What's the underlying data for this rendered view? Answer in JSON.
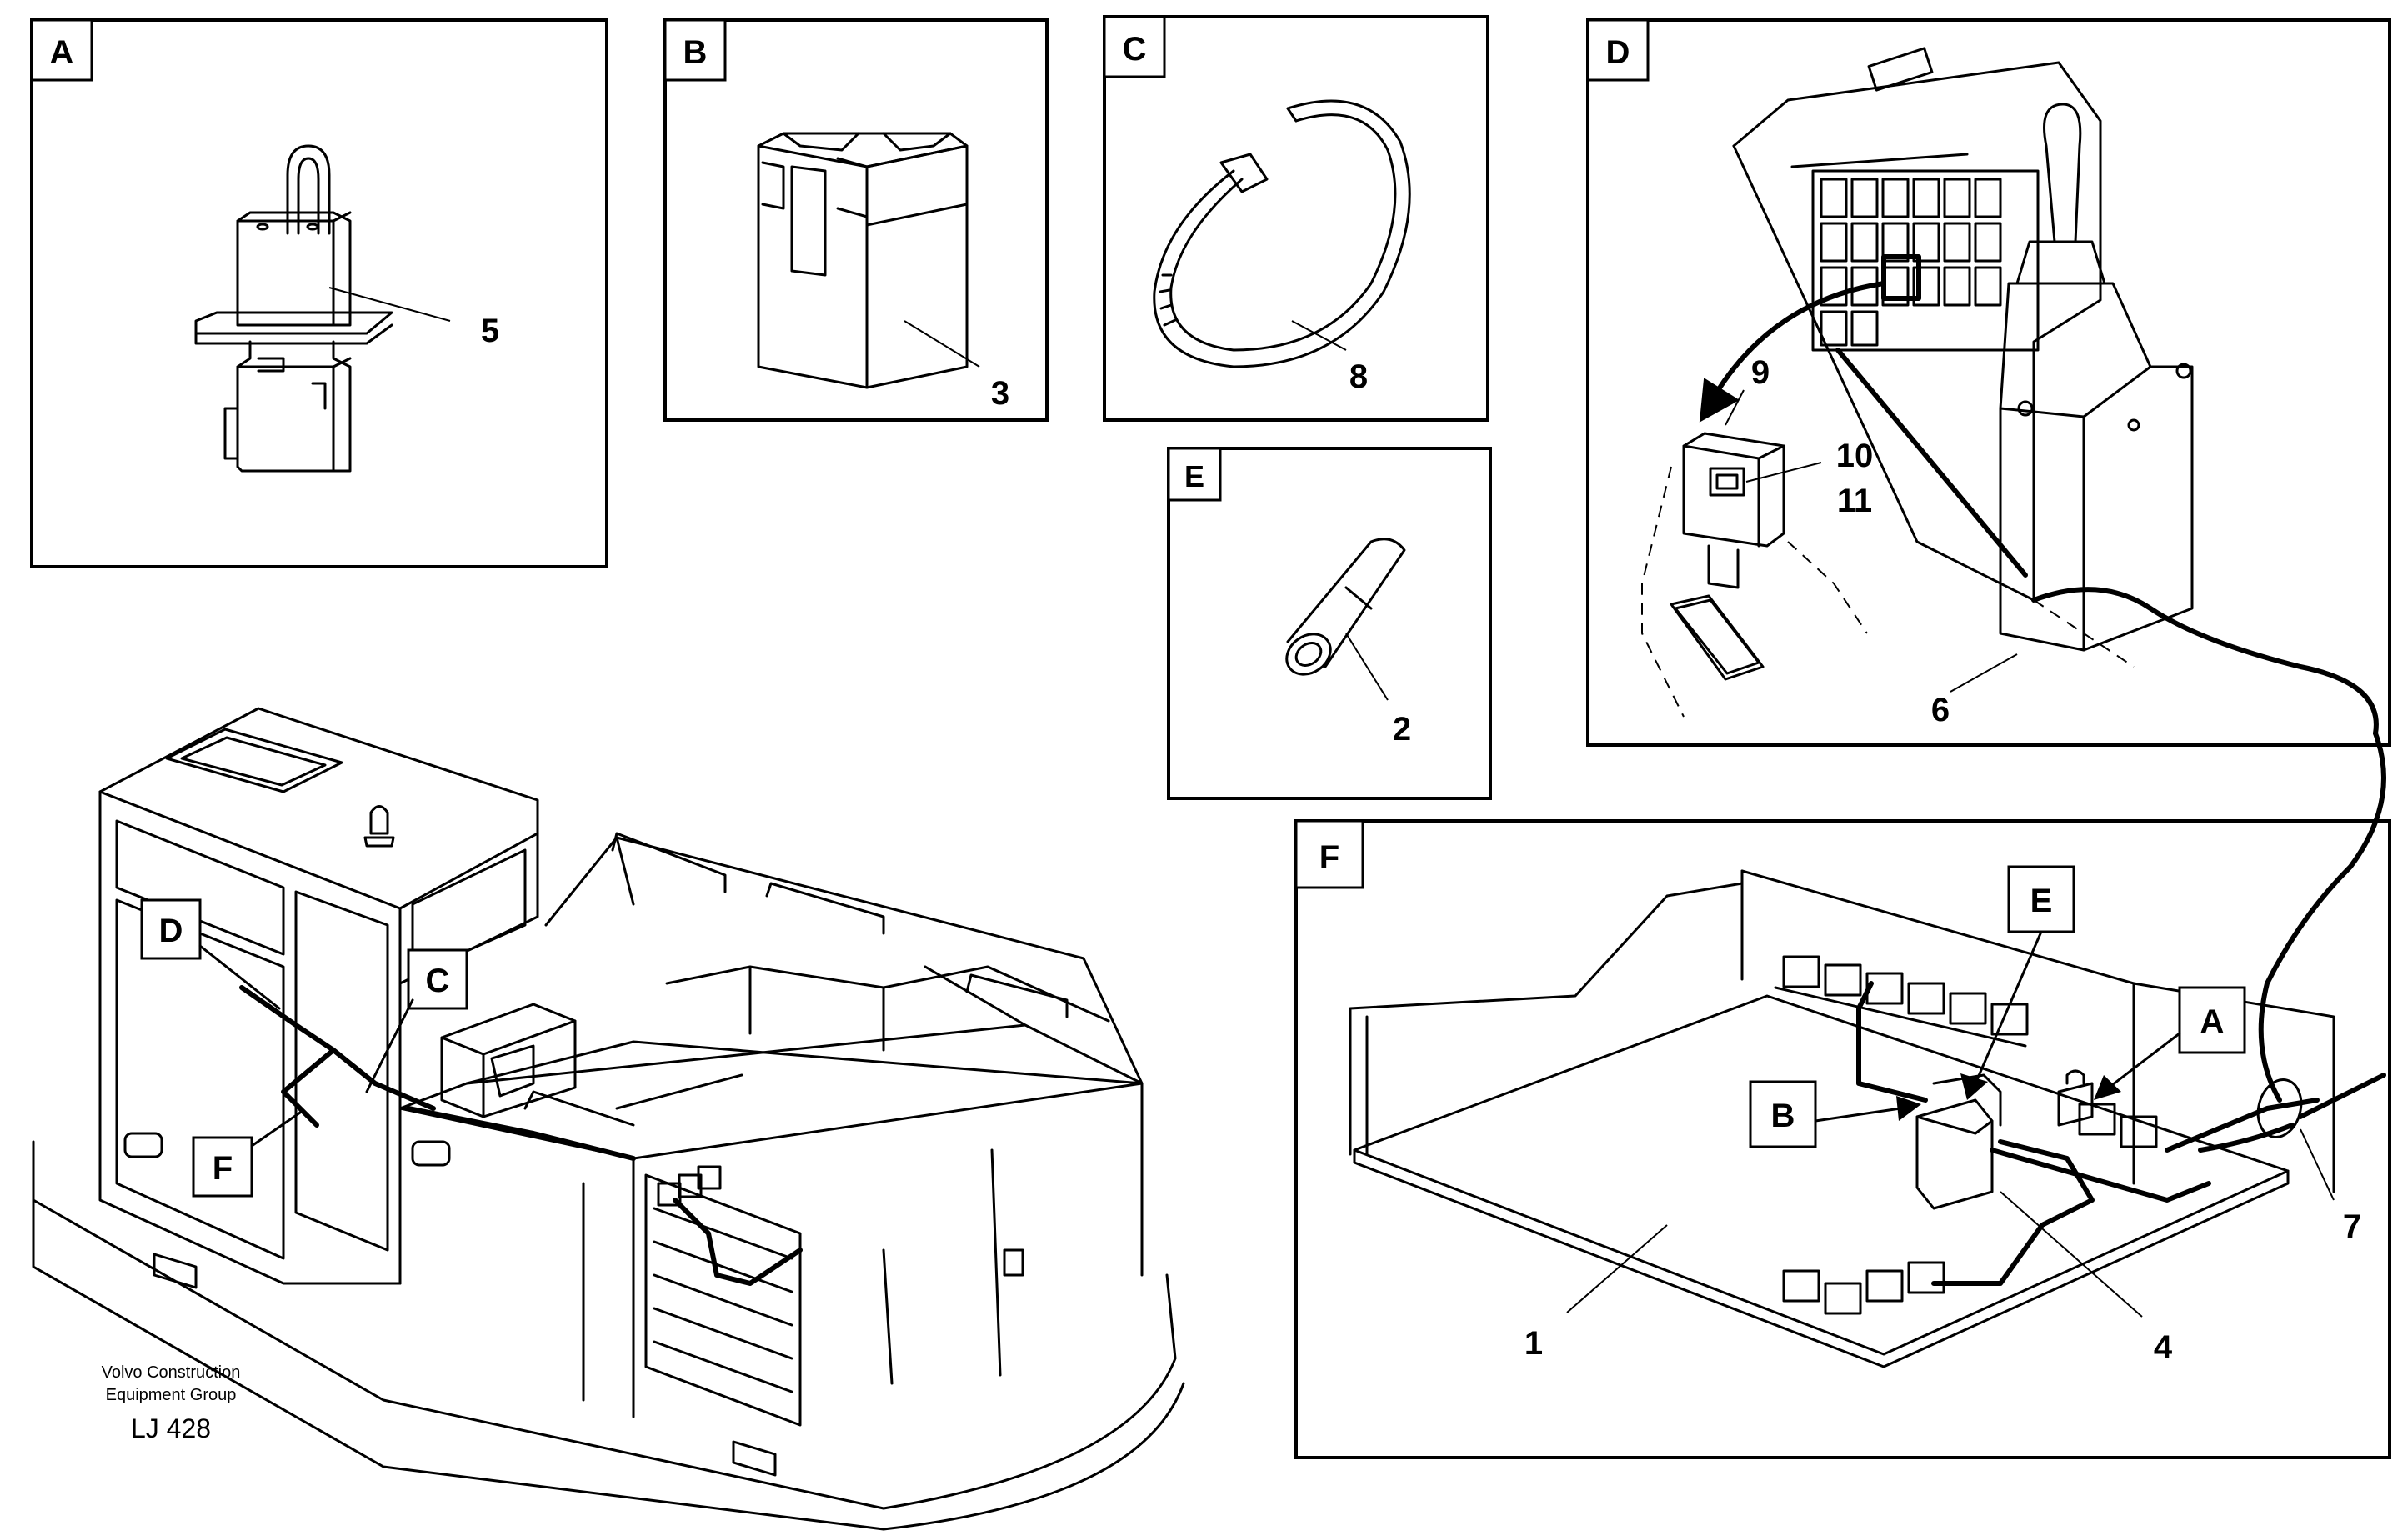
{
  "panels": {
    "a": {
      "letter": "A",
      "callout": "5"
    },
    "b": {
      "letter": "B",
      "callout": "3"
    },
    "c": {
      "letter": "C",
      "callout": "8"
    },
    "d": {
      "letter": "D",
      "callouts": [
        "9",
        "10",
        "11",
        "6"
      ]
    },
    "e": {
      "letter": "E",
      "callout": "2"
    },
    "f": {
      "letter": "F",
      "callouts": [
        "1",
        "4",
        "7"
      ],
      "tags": [
        "E",
        "A",
        "B"
      ]
    }
  },
  "machine": {
    "tags": [
      "D",
      "C",
      "F"
    ]
  },
  "caption": {
    "company_line1": "Volvo Construction",
    "company_line2": "Equipment Group",
    "code": "LJ 428"
  }
}
